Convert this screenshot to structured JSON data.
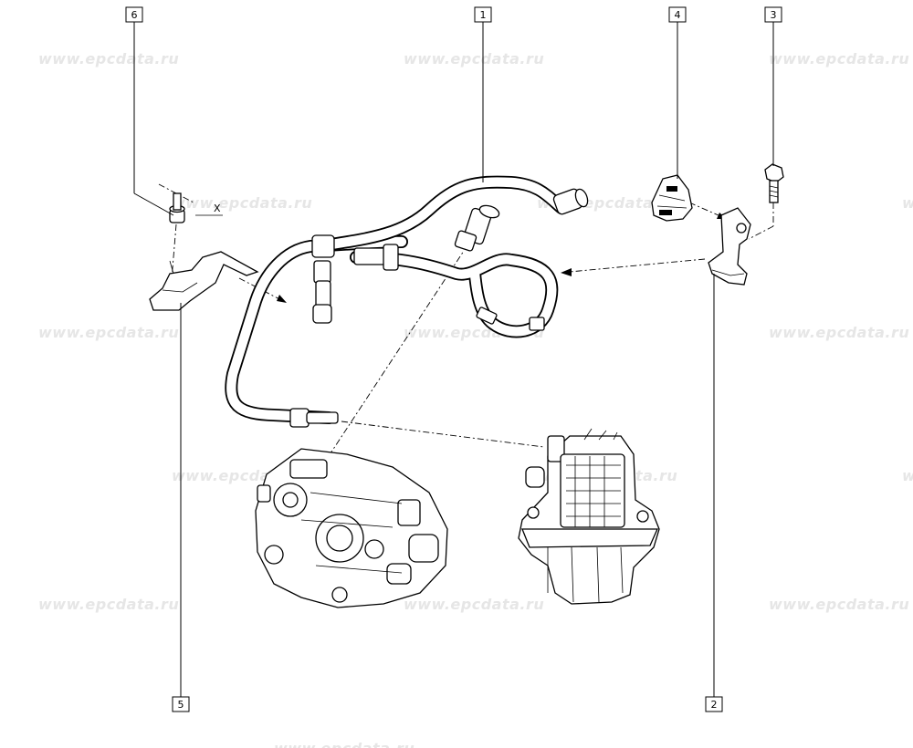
{
  "watermark": "www.epcdata.ru",
  "diagram_letters": {
    "x_mark": "X"
  },
  "callouts": [
    {
      "id": "c1",
      "label": "1"
    },
    {
      "id": "c2",
      "label": "2"
    },
    {
      "id": "c3",
      "label": "3"
    },
    {
      "id": "c4",
      "label": "4"
    },
    {
      "id": "c5",
      "label": "5"
    },
    {
      "id": "c6",
      "label": "6"
    }
  ],
  "colors": {
    "line": "#000000",
    "watermark": "#e6e6e6",
    "background": "#ffffff"
  }
}
